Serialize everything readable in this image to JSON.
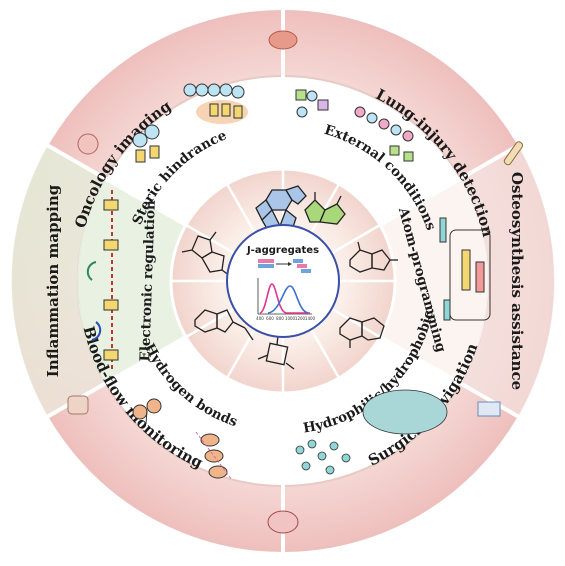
{
  "center": {
    "title": "J-aggregates",
    "axis_ticks": [
      "400",
      "600",
      "800",
      "1000",
      "1200",
      "1400"
    ]
  },
  "outer_ring": {
    "labels": [
      "Oncology imaging",
      "Lung-injury detection",
      "Osteosynthesis assistance",
      "Surgical navigation",
      "Blood-flow monitoring",
      "Inflammation mapping"
    ]
  },
  "middle_ring": {
    "labels": [
      "Steric hindrance",
      "External conditions",
      "Atom-programming",
      "Hydrophilic/hydrophobic",
      "Hydrogen bonds",
      "Electronic regulation"
    ]
  },
  "icons": [
    "lung-icon",
    "bone-icon",
    "xray-icon",
    "brain-vessel-icon",
    "joint-icon",
    "tissue-icon"
  ],
  "colors": {
    "outer_ring": "#f3cfcd",
    "outer_ring_green": "#dcebd4",
    "middle_ring": "#ffffff",
    "inner_ring": "#f7e3dc",
    "center_disc": "#ffffff",
    "curve_pink": "#e0338f",
    "curve_blue": "#3b6fd0"
  }
}
